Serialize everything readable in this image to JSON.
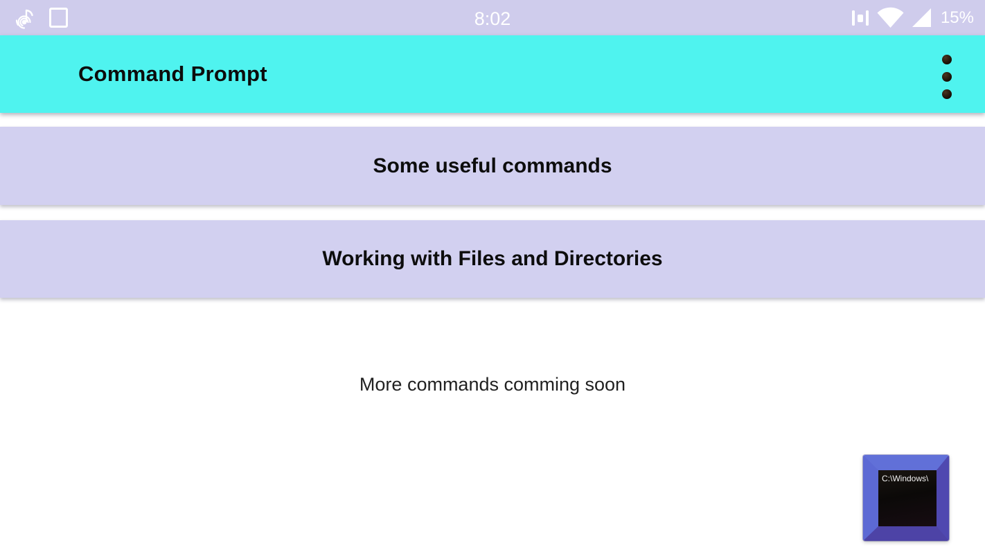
{
  "status_bar": {
    "time": "8:02",
    "battery": "15%",
    "left_icons": [
      {
        "name": "music-note-icon"
      },
      {
        "name": "square-outline-icon"
      }
    ],
    "right_icons": [
      {
        "name": "vibrate-icon"
      },
      {
        "name": "wifi-icon"
      },
      {
        "name": "cellular-signal-icon"
      }
    ]
  },
  "app_bar": {
    "title": "Command Prompt",
    "overflow_icon": "vertical-three-dots-icon"
  },
  "menu": {
    "items": [
      {
        "label": "Some useful commands"
      },
      {
        "label": "Working with Files and Directories"
      }
    ]
  },
  "footer": {
    "note": "More commands comming soon"
  },
  "cmd_prompt_icon": {
    "screen_text": "C:\\Windows\\"
  },
  "colors": {
    "status_bar_bg": "#cfccec",
    "app_bar_bg": "#4ff3ef",
    "menu_item_bg": "#d2d0f0",
    "page_bg": "#ffffff",
    "title_text": "#0c0c0c",
    "status_text": "#ffffff",
    "icon_frame_blue": "#5c69d4"
  }
}
